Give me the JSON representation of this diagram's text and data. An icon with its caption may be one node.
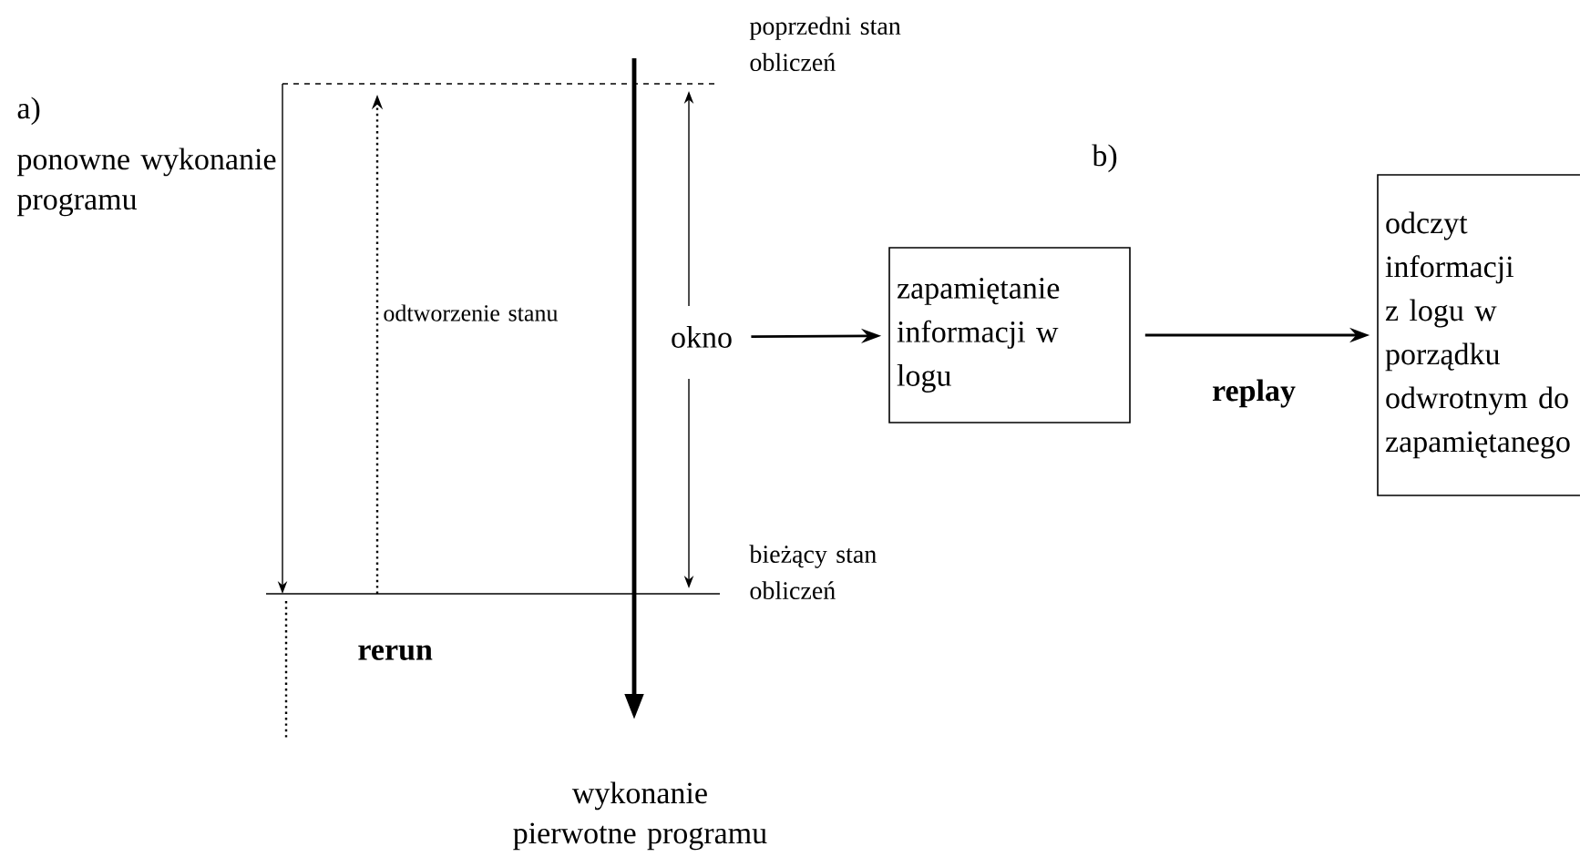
{
  "diagram": {
    "nodes": [
      {
        "text": [
          "okno"
        ]
      },
      {
        "text": [
          "zapamiętanie informacji w logu"
        ]
      },
      {
        "text": [
          "odczyt informacji z logu w porządku odwrotnym do zapamiętanego"
        ]
      }
    ],
    "edges": [
      {
        "from": 0,
        "to": 1,
        "arrow": "to"
      },
      {
        "from": 1,
        "to": 2,
        "arrow": "to",
        "label": "replay"
      }
    ],
    "labels": [
      "poprzedni stan obliczeń",
      "a)",
      "ponowne wykonanie programu",
      "odtworzenie stanu",
      "b)",
      "bieżący stan obliczeń",
      "rerun",
      "wykonanie pierwotne programu"
    ]
  }
}
